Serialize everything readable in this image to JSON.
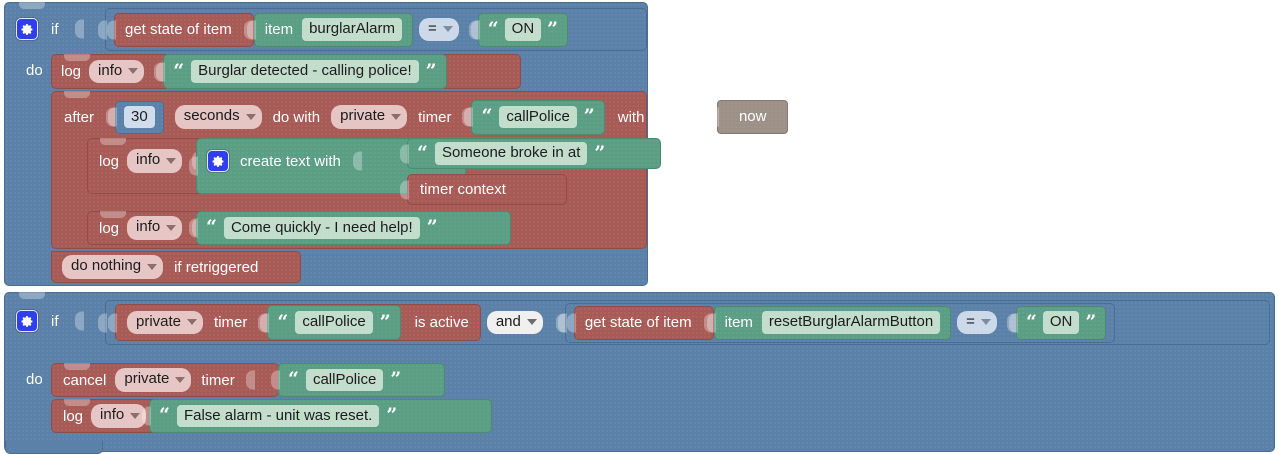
{
  "editor": {
    "name": "blockly-rule-editor",
    "background": "#ffffff",
    "colors": {
      "control_blue": "#5b81a8",
      "action_red": "#a85b56",
      "text_green": "#5a9e83",
      "context_gray": "#9c9087",
      "field_light_green": "#c3ddcc",
      "field_light_red": "#e3c3c1",
      "field_light_blue": "#cfdcec",
      "gear_blue": "#2f3ff0"
    }
  },
  "block1": {
    "name": "if-burglar-alarm",
    "if_label": "if",
    "do_label": "do",
    "condition": {
      "get_state_label": "get state of item",
      "item_label": "item",
      "item_value": "burglarAlarm",
      "operator": "=",
      "compare_open_quote": "“",
      "compare_close_quote": "”",
      "compare_value": "ON"
    },
    "log1": {
      "log_label": "log",
      "level": "info",
      "open_quote": "“",
      "close_quote": "”",
      "message": "Burglar detected - calling police!"
    },
    "timer": {
      "after_label": "after",
      "delay": "30",
      "unit": "seconds",
      "do_with_label": "do with",
      "scope": "private",
      "timer_label": "timer",
      "open_quote": "“",
      "close_quote": "”",
      "timer_name": "callPolice",
      "with_context_label": "with context",
      "context_value": "now",
      "body": {
        "log_a": {
          "log_label": "log",
          "level": "info",
          "create_text_label": "create text with",
          "open_quote": "“",
          "close_quote": "”",
          "text_part_1": "Someone broke in at",
          "text_part_2": "timer context"
        },
        "log_b": {
          "log_label": "log",
          "level": "info",
          "open_quote": "“",
          "close_quote": "”",
          "message": "Come quickly - I need help!"
        }
      },
      "retrigger_action": "do nothing",
      "retrigger_suffix": "if retriggered"
    }
  },
  "block2": {
    "name": "if-timer-active-and-reset",
    "if_label": "if",
    "do_label": "do",
    "cond_left": {
      "scope": "private",
      "timer_label": "timer",
      "open_quote": "“",
      "close_quote": "”",
      "timer_name": "callPolice",
      "is_active_label": "is active"
    },
    "logic_operator": "and",
    "cond_right": {
      "get_state_label": "get state of item",
      "item_label": "item",
      "item_value": "resetBurglarAlarmButton",
      "operator": "=",
      "open_quote": "“",
      "close_quote": "”",
      "compare_value": "ON"
    },
    "cancel": {
      "cancel_label": "cancel",
      "scope": "private",
      "timer_label": "timer",
      "open_quote": "“",
      "close_quote": "”",
      "timer_name": "callPolice"
    },
    "log": {
      "log_label": "log",
      "level": "info",
      "open_quote": "“",
      "close_quote": "”",
      "message": "False alarm - unit was reset."
    }
  }
}
